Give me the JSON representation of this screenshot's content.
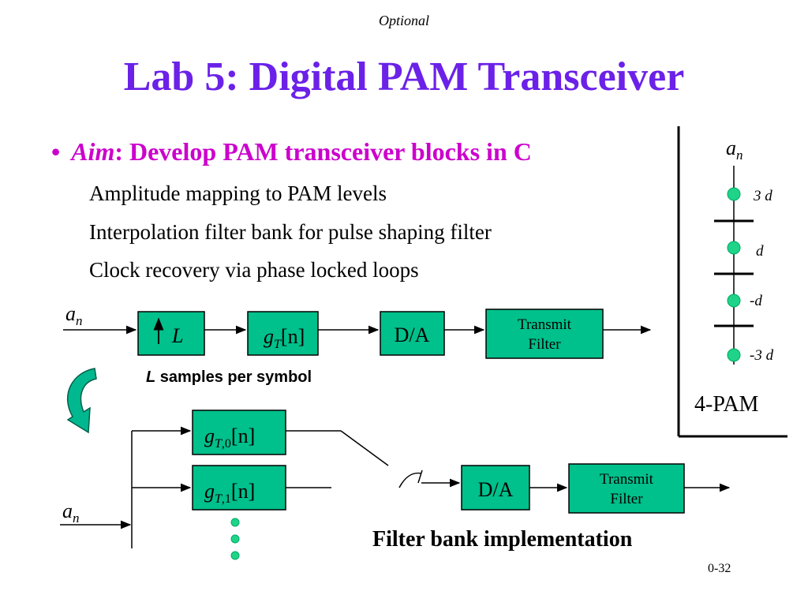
{
  "header": {
    "optional_label": "Optional"
  },
  "title": "Lab 5: Digital PAM Transceiver",
  "aim": {
    "bullet": "•",
    "aim_word": "Aim",
    "text": ": Develop PAM transceiver blocks in C"
  },
  "sub_items": [
    "Amplitude mapping to PAM levels",
    "Interpolation filter bank for pulse shaping filter",
    "Clock recovery via phase locked loops"
  ],
  "top_chain": {
    "input": {
      "base": "a",
      "sub": "n"
    },
    "upsampler": {
      "label": "L"
    },
    "pulse_filter": {
      "base": "g",
      "sub": "T",
      "arg": "[n]"
    },
    "dac": "D/A",
    "transmit_filter": [
      "Transmit",
      "Filter"
    ],
    "caption": {
      "var": "L",
      "text": " samples per symbol"
    }
  },
  "filter_bank": {
    "input": {
      "base": "a",
      "sub": "n"
    },
    "filters": [
      {
        "base": "g",
        "sub": "T,0",
        "arg": "[n]"
      },
      {
        "base": "g",
        "sub": "T,1",
        "arg": "[n]"
      }
    ],
    "dac": "D/A",
    "transmit_filter": [
      "Transmit",
      "Filter"
    ],
    "caption": "Filter bank implementation"
  },
  "constellation": {
    "symbol": {
      "base": "a",
      "sub": "n"
    },
    "levels": [
      "3 d",
      "d",
      "-d",
      "-3 d"
    ],
    "label": "4-PAM"
  },
  "page_number": "0-32",
  "colors": {
    "title": "#6b21e8",
    "aim": "#cc00cc",
    "block_fill": "#00c08b",
    "dot_fill": "#1fd389",
    "arrow_fill": "#00b890"
  }
}
